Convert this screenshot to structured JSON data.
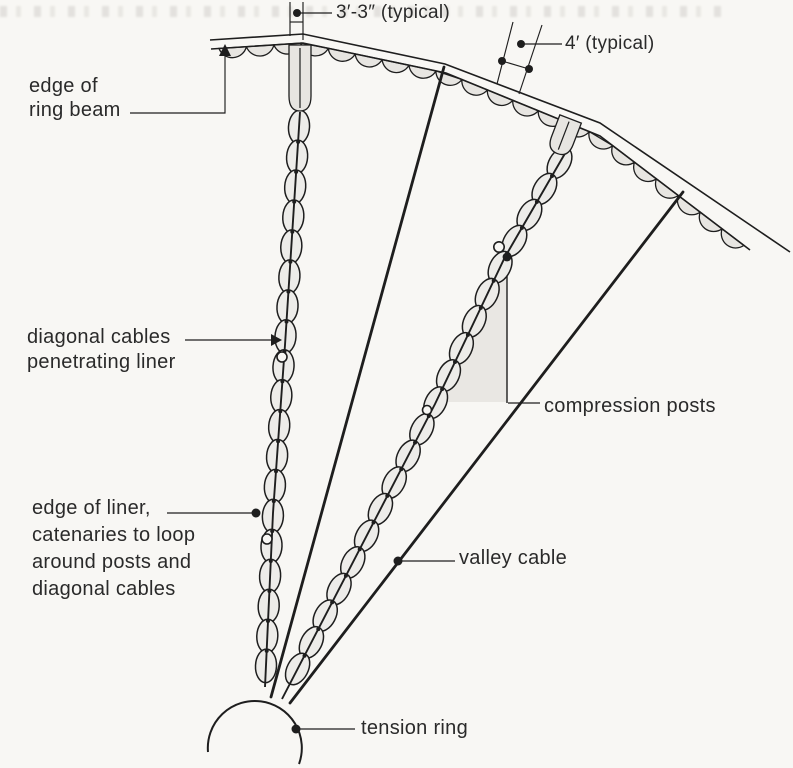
{
  "figure_labels": {
    "edge_of_ring_beam": [
      "edge of",
      "ring beam"
    ],
    "diagonal_cables": [
      "diagonal cables",
      "penetrating liner"
    ],
    "edge_of_liner": [
      "edge of liner,",
      "catenaries to loop",
      "around posts and",
      "diagonal cables"
    ],
    "compression_posts": "compression posts",
    "valley_cable": "valley cable",
    "tension_ring": "tension ring"
  },
  "dimensions": {
    "bay_width": "3′-3″ (typical)",
    "post_spacing": "4′ (typical)"
  },
  "colors": {
    "ink": "#1e1e1e",
    "shade_fill": "#e7e5e1",
    "chain_fill": "#edece9",
    "paper": "#f8f7f4",
    "text": "#2a2a2a"
  }
}
